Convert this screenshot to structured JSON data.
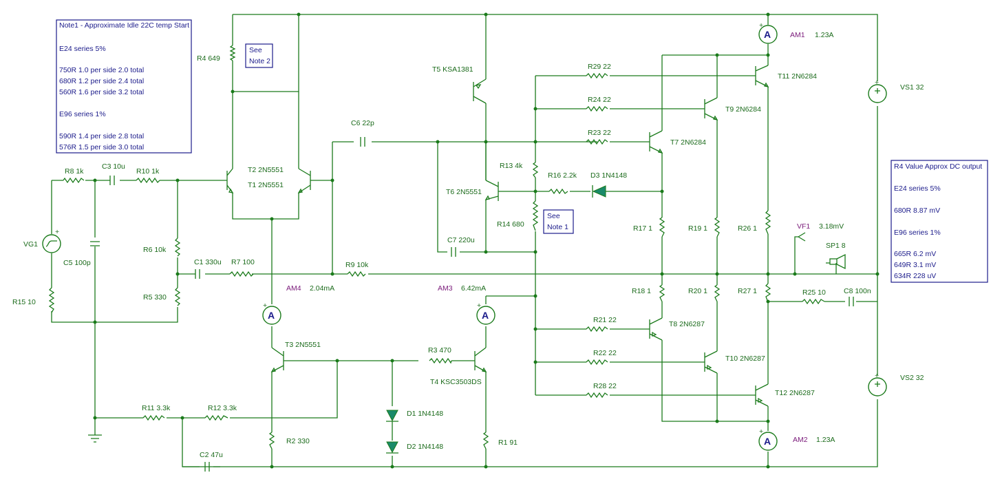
{
  "notes": {
    "note1": {
      "lines": [
        "Note1 - Approximate Idle 22C temp Start",
        "E24 series 5%",
        "750R 1.0 per side 2.0 total",
        "680R 1.2 per side 2.4 total",
        "560R 1.6 per side 3.2 total",
        "E96 series 1%",
        "590R 1.4 per side 2.8 total",
        "576R 1.5 per side 3.0 total"
      ]
    },
    "note2": {
      "lines": [
        "R4 Value Approx DC output",
        "E24 series 5%",
        "680R  8.87 mV",
        "E96 series 1%",
        "665R  6.2 mV",
        "649R 3.1 mV",
        "634R  228 uV"
      ]
    },
    "see_note2": [
      "See",
      "Note 2"
    ],
    "see_note1": [
      "See",
      "Note 1"
    ]
  },
  "components": {
    "R4": "R4 649",
    "R8": "R8 1k",
    "C3": "C3 10u",
    "R10": "R10 1k",
    "C5": "C5 100p",
    "VG1": "VG1",
    "R15": "R15 10",
    "R6": "R6 10k",
    "R5": "R5 330",
    "C1": "C1 330u",
    "R7": "R7 100",
    "R9": "R9 10k",
    "T2": "T2 2N5551",
    "T1": "T1 2N5551",
    "C6": "C6 22p",
    "T5": "T5 KSA1381",
    "T6": "T6 2N5551",
    "C7": "C7 220u",
    "R13": "R13 4k",
    "R14": "R14 680",
    "R16": "R16 2.2k",
    "D3": "D3 1N4148",
    "R29": "R29 22",
    "R24": "R24 22",
    "R23": "R23 22",
    "T11": "T11 2N6284",
    "T9": "T9 2N6284",
    "T7": "T7 2N6284",
    "R17": "R17 1",
    "R19": "R19 1",
    "R26": "R26 1",
    "R18": "R18 1",
    "R20": "R20 1",
    "R27": "R27 1",
    "R21": "R21 22",
    "R22": "R22 22",
    "R28": "R28 22",
    "T8": "T8 2N6287",
    "T10": "T10 2N6287",
    "T12": "T12 2N6287",
    "T3": "T3 2N5551",
    "R3": "R3 470",
    "T4": "T4 KSC3503DS",
    "D1": "D1 1N4148",
    "D2": "D2 1N4148",
    "R11": "R11 3.3k",
    "R12": "R12 3.3k",
    "C2": "C2 47u",
    "R2": "R2 330",
    "R1": "R1  91",
    "R25": "R25 10",
    "C8": "C8 100n",
    "SP1": "SP1 8",
    "VF1": "VF1",
    "VS1": "VS1 32",
    "VS2": "VS2 32"
  },
  "meters": {
    "AM1": {
      "name": "AM1",
      "value": "1.23A"
    },
    "AM2": {
      "name": "AM2",
      "value": "1.23A"
    },
    "AM3": {
      "name": "AM3",
      "value": "6.42mA"
    },
    "AM4": {
      "name": "AM4",
      "value": "2.04mA"
    },
    "VF1": {
      "value": "3.18mV"
    }
  },
  "symbols": {
    "meter_letter": "A",
    "plus": "+"
  },
  "colors": {
    "wire": "#1a7a1a",
    "label": "#1a6a1a",
    "meter_label": "#7a1a7a",
    "note_text": "#1a1a8a",
    "diode": "#1a8a6a"
  }
}
